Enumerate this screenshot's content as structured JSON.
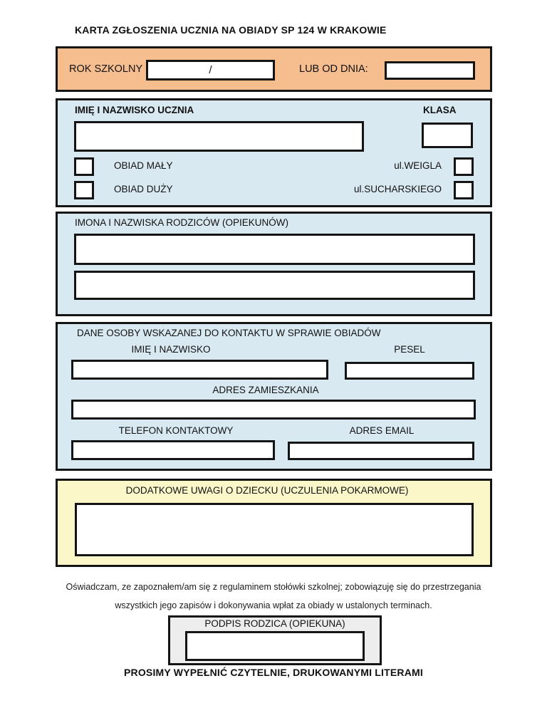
{
  "page": {
    "title": "KARTA ZGŁOSZENIA UCZNIA NA OBIADY SP 124 W KRAKOWIE",
    "footer": "PROSIMY WYPEŁNIĆ CZYTELNIE, DRUKOWANYMI LITERAMI"
  },
  "colors": {
    "orange": "#f6be8e",
    "blue": "#d9e9f1",
    "yellow": "#fbf7c9",
    "gray": "#ededed",
    "border": "#141414"
  },
  "school_year": {
    "rok_szkolny_label": "ROK SZKOLNY",
    "rok_szkolny_value": "/",
    "lub_od_dnia_label": "LUB OD DNIA:",
    "lub_od_dnia_value": ""
  },
  "student": {
    "name_label": "IMIĘ I NAZWISKO UCZNIA",
    "name_value": "",
    "klasa_label": "KLASA",
    "klasa_value": "",
    "meal_options": [
      {
        "label": "OBIAD MAŁY",
        "checked": false
      },
      {
        "label": "OBIAD DUŻY",
        "checked": false
      }
    ],
    "locations": [
      {
        "label": "ul.WEIGLA",
        "checked": false
      },
      {
        "label": "ul.SUCHARSKIEGO",
        "checked": false
      }
    ]
  },
  "parents": {
    "label": "IMONA I NAZWISKA RODZICÓW (OPIEKUNÓW)",
    "line1_value": "",
    "line2_value": ""
  },
  "contact": {
    "header": "DANE OSOBY WSKAZANEJ DO KONTAKTU W SPRAWIE OBIADÓW",
    "name_label": "IMIĘ I NAZWISKO",
    "name_value": "",
    "pesel_label": "PESEL",
    "pesel_value": "",
    "address_label": "ADRES ZAMIESZKANIA",
    "address_value": "",
    "phone_label": "TELEFON KONTAKTOWY",
    "phone_value": "",
    "email_label": "ADRES EMAIL",
    "email_value": ""
  },
  "notes": {
    "header": "DODATKOWE UWAGI O DZIECKU (UCZULENIA POKARMOWE)",
    "value": ""
  },
  "declaration": {
    "line1": "Oświadczam, ze zapoznałem/am się z regulaminem stołówki szkolnej; zobowiązuję się do przestrzegania",
    "line2": "wszystkich jego zapisów i dokonywania wpłat za obiady w ustalonych terminach."
  },
  "signature": {
    "label": "PODPIS RODZICA (OPIEKUNA)",
    "value": ""
  }
}
